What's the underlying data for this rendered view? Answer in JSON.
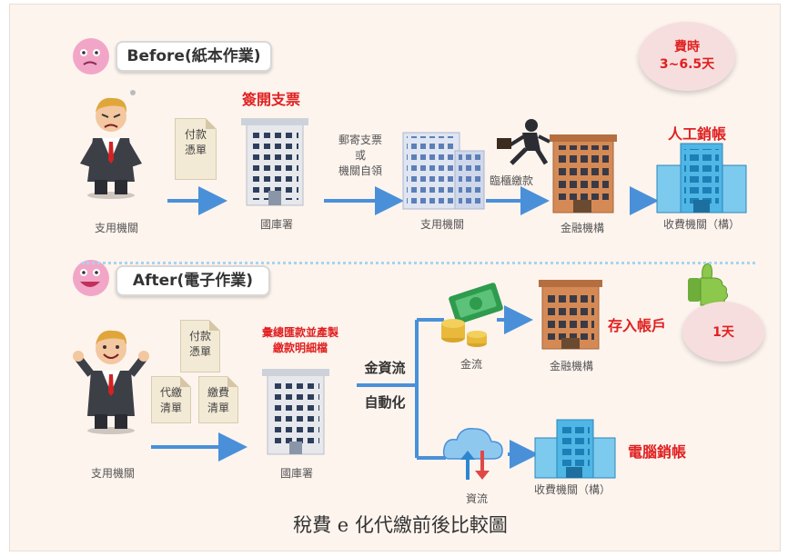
{
  "before": {
    "label": "Before(紙本作業)",
    "time_bubble": [
      "費時",
      "3~6.5天"
    ],
    "voucher": [
      "付款",
      "憑單"
    ],
    "issue_check": "簽開支票",
    "mail_or_pickup": [
      "郵寄支票",
      "或",
      "機關自領"
    ],
    "counter_payment": "臨櫃繳款",
    "manual_writeoff": "人工銷帳",
    "nodes": [
      "支用機關",
      "國庫署",
      "支用機關",
      "金融機構",
      "收費機關（構）"
    ]
  },
  "after": {
    "label": "After(電子作業)",
    "time_bubble": "1天",
    "voucher": [
      "付款",
      "憑單"
    ],
    "agent_list": [
      "代繳",
      "清單"
    ],
    "payment_list": [
      "繳費",
      "清單"
    ],
    "aggregate": [
      "彙總匯款並產製",
      "繳款明細檔"
    ],
    "automation": [
      "金資流",
      "自動化"
    ],
    "money_flow": "金流",
    "info_flow": "資流",
    "deposit": "存入帳戶",
    "computer_writeoff": "電腦銷帳",
    "nodes": [
      "支用機關",
      "國庫署",
      "金融機構",
      "收費機關（構）"
    ]
  },
  "caption": "稅費 e 化代繳前後比較圖",
  "colors": {
    "arrow": "#4a90d9",
    "accent_red": "#e02020",
    "bubble": "#f7dede",
    "pink_face": "#f2a6c7",
    "building_blue": "#4fb6e6",
    "building_brown": "#d58a55"
  }
}
